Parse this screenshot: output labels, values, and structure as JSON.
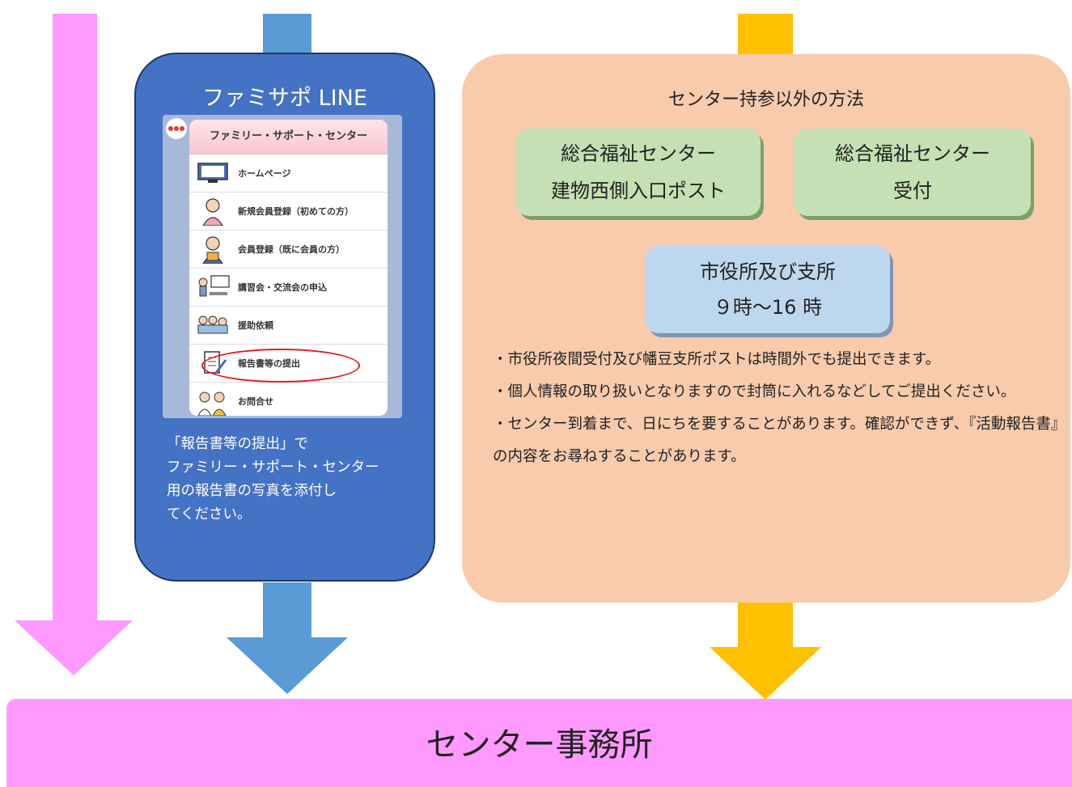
{
  "line_panel": {
    "title": "ファミサポ LINE",
    "menu_header": "ファミリー・サポート・センター",
    "menu_items": [
      {
        "label": "ホームページ",
        "icon": "monitor-icon"
      },
      {
        "label": "新規会員登録（初めての方）",
        "icon": "person-icon"
      },
      {
        "label": "会員登録（既に会員の方）",
        "icon": "person-clipboard-icon"
      },
      {
        "label": "講習会・交流会の申込",
        "icon": "lecture-icon"
      },
      {
        "label": "援助依頼",
        "icon": "people-icon"
      },
      {
        "label": "報告書等の提出",
        "icon": "clipboard-pen-icon"
      },
      {
        "label": "お問合せ",
        "icon": "question-people-icon"
      }
    ],
    "note": "「報告書等の提出」で\nファミリー・サポート・センター\n用の報告書の写真を添付し\nてください。"
  },
  "other_panel": {
    "title": "センター持参以外の方法",
    "box_post": "総合福祉センター\n建物西側入口ポスト",
    "box_reception": "総合福祉センター\n受付",
    "box_cityhall_title": "市役所及び支所",
    "box_cityhall_hours": "９時～16 時",
    "notes": [
      "・市役所夜間受付及び幡豆支所ポストは時間外でも提出できます。",
      "・個人情報の取り扱いとなりますので封筒に入れるなどしてご提出ください。",
      "・センター到着まで、日にちを要することがあります。確認ができず、『活動報告書』の内容をお尋ねすることがあります。"
    ]
  },
  "office": {
    "label": "センター事務所"
  },
  "colors": {
    "pink_arrow": "#ff99ff",
    "blue_arrow": "#5b9bd5",
    "yellow_arrow": "#ffc000",
    "line_panel": "#4472c4",
    "other_panel": "#f8cbad",
    "green_box": "#c5e0b4",
    "blue_box": "#bdd7ee",
    "office_bar": "#ff99ff"
  }
}
